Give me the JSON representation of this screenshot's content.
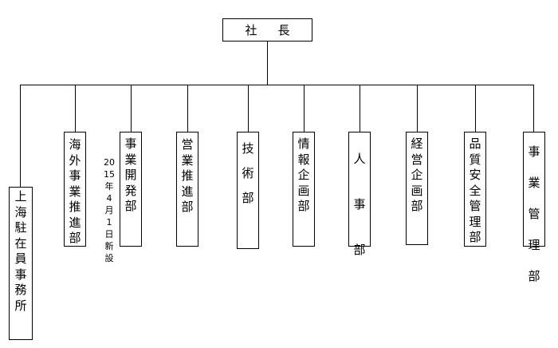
{
  "root": {
    "label": "社長"
  },
  "departments": [
    {
      "label": "上海駐在員事務所"
    },
    {
      "label": "海外事業推進部"
    },
    {
      "label": "事業開発部"
    },
    {
      "label": "営業推進部"
    },
    {
      "label": "技術部"
    },
    {
      "label": "情報企画部"
    },
    {
      "label": "人事部"
    },
    {
      "label": "経営企画部"
    },
    {
      "label": "品質安全管理部"
    },
    {
      "label": "事業管理部"
    }
  ],
  "note": "2015年4月1日新設"
}
